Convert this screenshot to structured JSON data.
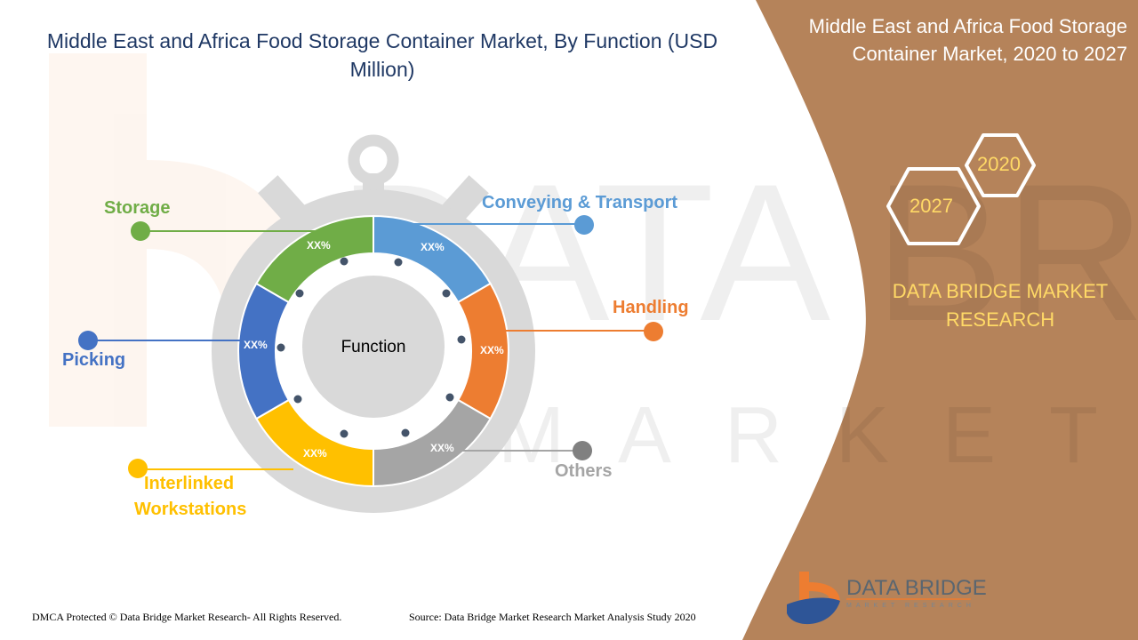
{
  "header": {
    "title": "Middle East and Africa Food Storage Container Market, By Function (USD Million)"
  },
  "side_panel": {
    "title": "Middle East and Africa Food Storage Container Market, 2020 to 2027",
    "hex_years": [
      "2020",
      "2027"
    ],
    "brand": "DATA BRIDGE MARKET RESEARCH",
    "background_color": "#b5835a"
  },
  "chart_data": {
    "type": "pie",
    "title": "Middle East and Africa Food Storage Container Market, By Function (USD Million)",
    "center_label": "Function",
    "categories": [
      "Conveying & Transport",
      "Handling",
      "Others",
      "Interlinked Workstations",
      "Picking",
      "Storage"
    ],
    "values": [
      "XX%",
      "XX%",
      "XX%",
      "XX%",
      "XX%",
      "XX%"
    ],
    "colors": [
      "#5b9bd5",
      "#ed7d31",
      "#a5a5a5",
      "#ffc000",
      "#4472c4",
      "#70ad47"
    ],
    "note": "Values shown as placeholders (XX%); segments drawn equally"
  },
  "segments": [
    {
      "label": "Conveying & Transport",
      "pct": "XX%",
      "color": "#5b9bd5"
    },
    {
      "label": "Handling",
      "pct": "XX%",
      "color": "#ed7d31"
    },
    {
      "label": "Others",
      "pct": "XX%",
      "color": "#a5a5a5"
    },
    {
      "label_line1": "Interlinked",
      "label_line2": "Workstations",
      "pct": "XX%",
      "color": "#ffc000"
    },
    {
      "label": "Picking",
      "pct": "XX%",
      "color": "#4472c4"
    },
    {
      "label": "Storage",
      "pct": "XX%",
      "color": "#70ad47"
    }
  ],
  "footer": {
    "copyright": "DMCA Protected © Data Bridge Market Research- All Rights Reserved.",
    "source": "Source: Data Bridge Market Research Market Analysis Study 2020"
  },
  "logo": {
    "name": "DATA BRIDGE",
    "tagline": "MARKET RESEARCH"
  }
}
